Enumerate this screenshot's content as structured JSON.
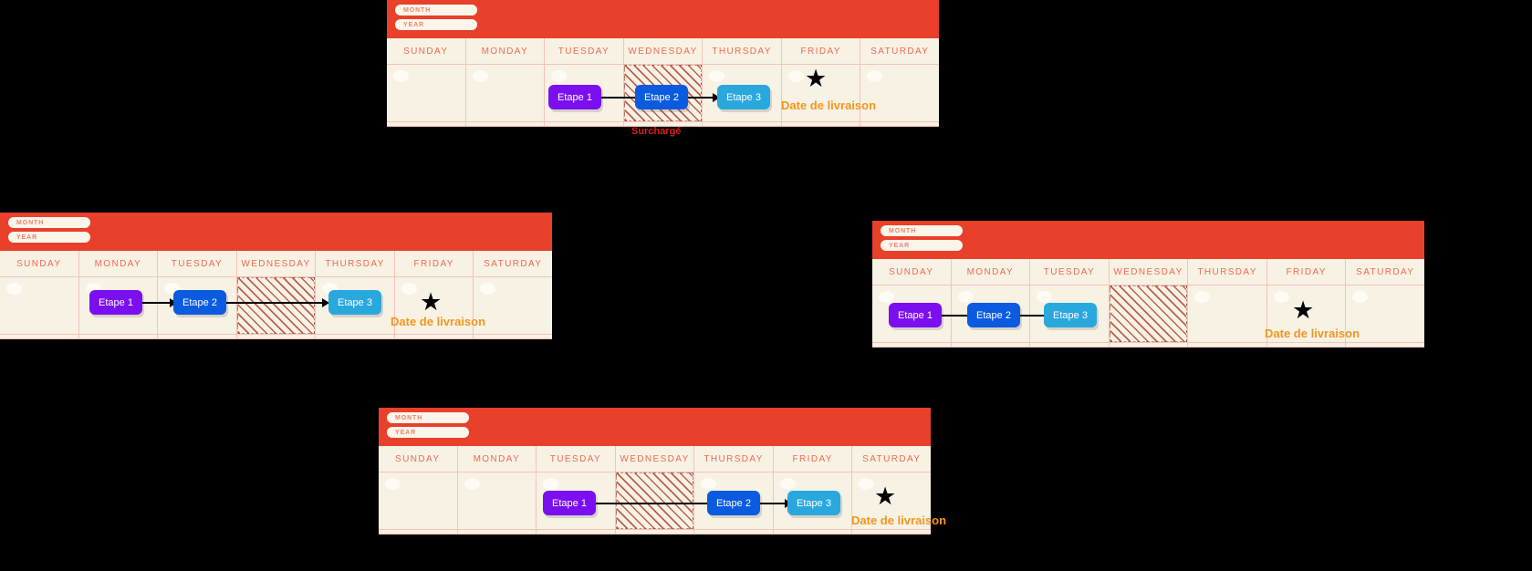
{
  "labels": {
    "month_pill": "MONTH",
    "year_pill": "YEAR",
    "days": [
      "SUNDAY",
      "MONDAY",
      "TUESDAY",
      "WEDNESDAY",
      "THURSDAY",
      "FRIDAY",
      "SATURDAY"
    ],
    "step1": "Etape 1",
    "step2": "Etape 2",
    "step3": "Etape 3",
    "delivery": "Date de livraison",
    "overloaded": "Surchargé",
    "star_glyph": "★"
  },
  "colors": {
    "header_red": "#E8402A",
    "paper": "#F7F2E4",
    "grid_line": "#F3C3B8",
    "day_text": "#F06A52",
    "pill_bg": "#FBF5EA",
    "pill_text": "#F0806E",
    "step1_purple": "#7B0FF0",
    "step2_blue": "#0A5BE0",
    "step3_cyan": "#29A8DE",
    "delivery_orange": "#F7941D",
    "overload_red": "#D91E18",
    "hatch_red": "#A8372A",
    "arrow_black": "#000000"
  },
  "calendars": [
    {
      "id": "calendar-top",
      "blocked_day": "WEDNESDAY",
      "steps": [
        {
          "label": "Etape 1",
          "day": "TUESDAY",
          "color": "#7B0FF0"
        },
        {
          "label": "Etape 2",
          "day": "WEDNESDAY",
          "color": "#0A5BE0"
        },
        {
          "label": "Etape 3",
          "day": "THURSDAY",
          "color": "#29A8DE"
        }
      ],
      "star_day": "FRIDAY",
      "delivery_label": "Date de livraison",
      "overload_label": "Surchargé",
      "overload_day": "WEDNESDAY"
    },
    {
      "id": "calendar-left",
      "blocked_day": "WEDNESDAY",
      "steps": [
        {
          "label": "Etape 1",
          "day": "MONDAY",
          "color": "#7B0FF0"
        },
        {
          "label": "Etape 2",
          "day": "TUESDAY",
          "color": "#0A5BE0"
        },
        {
          "label": "Etape 3",
          "day": "THURSDAY",
          "color": "#29A8DE"
        }
      ],
      "star_day": "FRIDAY",
      "delivery_label": "Date de livraison",
      "overload_label": null
    },
    {
      "id": "calendar-right",
      "blocked_day": "WEDNESDAY",
      "steps": [
        {
          "label": "Etape 1",
          "day": "SUNDAY",
          "color": "#7B0FF0"
        },
        {
          "label": "Etape 2",
          "day": "MONDAY",
          "color": "#0A5BE0"
        },
        {
          "label": "Etape 3",
          "day": "TUESDAY",
          "color": "#29A8DE"
        }
      ],
      "star_day": "FRIDAY",
      "delivery_label": "Date de livraison",
      "overload_label": null
    },
    {
      "id": "calendar-bottom",
      "blocked_day": "WEDNESDAY",
      "steps": [
        {
          "label": "Etape 1",
          "day": "TUESDAY",
          "color": "#7B0FF0"
        },
        {
          "label": "Etape 2",
          "day": "THURSDAY",
          "color": "#0A5BE0"
        },
        {
          "label": "Etape 3",
          "day": "FRIDAY",
          "color": "#29A8DE"
        }
      ],
      "star_day": "SATURDAY",
      "delivery_label": "Date de livraison",
      "overload_label": null
    }
  ]
}
